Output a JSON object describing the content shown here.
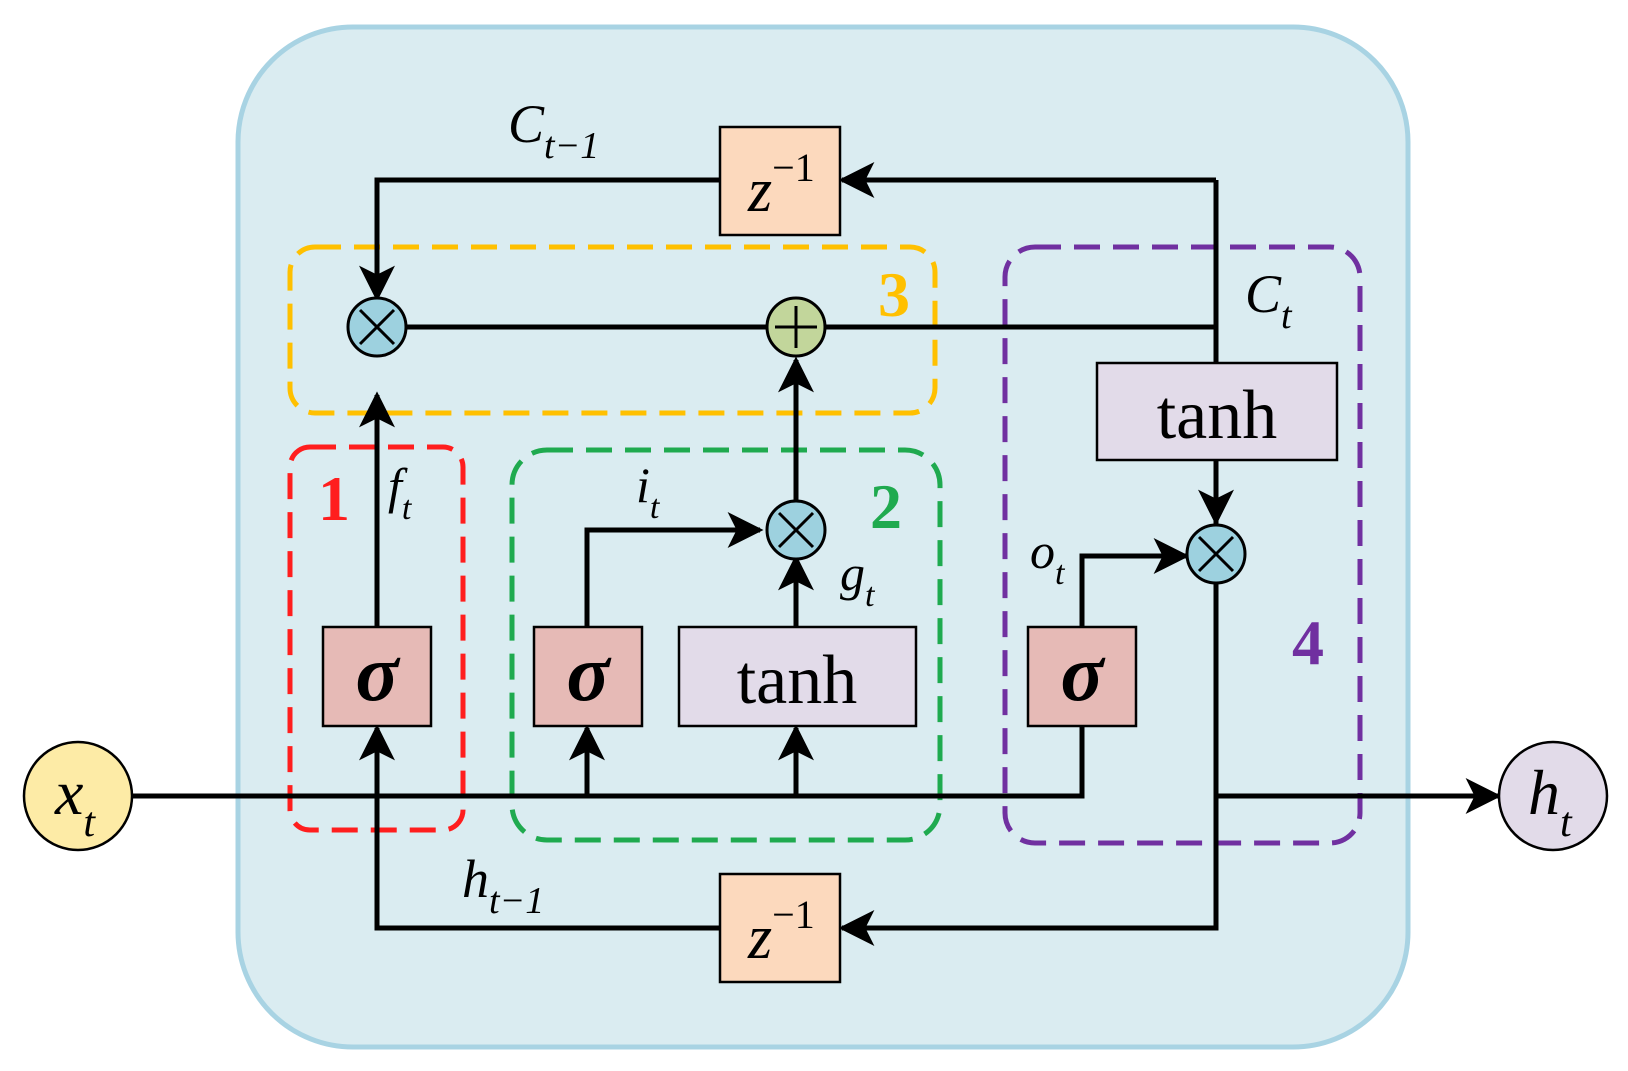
{
  "colors": {
    "cell_fill": "#daecf1",
    "cell_stroke": "#a8d3e3",
    "gate_fill": "#e6bab6",
    "tanh_fill": "#e2dbe9",
    "delay_fill": "#fcd9bd",
    "input_fill": "#fdeba6",
    "output_fill": "#e2dbe9",
    "mult_fill": "#9dd1df",
    "add_fill": "#c2d69b",
    "group1": "#ff1e1e",
    "group2": "#1faa4f",
    "group3": "#ffc000",
    "group4": "#7030a0"
  },
  "nodes": {
    "input": {
      "main": "x",
      "sub": "t"
    },
    "output": {
      "main": "h",
      "sub": "t"
    },
    "delay_top": {
      "main": "z",
      "sup": "−1"
    },
    "delay_bottom": {
      "main": "z",
      "sup": "−1"
    },
    "sigma_forget": "σ",
    "sigma_input": "σ",
    "sigma_output": "σ",
    "tanh_candidate": "tanh",
    "tanh_output": "tanh",
    "mult_forget": "×",
    "mult_input": "×",
    "mult_output": "×",
    "add_cell": "+"
  },
  "labels": {
    "c_prev": {
      "main": "C",
      "sub": "t−1"
    },
    "c_t": {
      "main": "C",
      "sub": "t"
    },
    "f_t": {
      "main": "f",
      "sub": "t"
    },
    "i_t": {
      "main": "i",
      "sub": "t"
    },
    "g_t": {
      "main": "g",
      "sub": "t"
    },
    "o_t": {
      "main": "o",
      "sub": "t"
    },
    "h_prev": {
      "main": "h",
      "sub": "t−1"
    }
  },
  "groups": {
    "forget": "1",
    "input": "2",
    "cell_update": "3",
    "output": "4"
  }
}
